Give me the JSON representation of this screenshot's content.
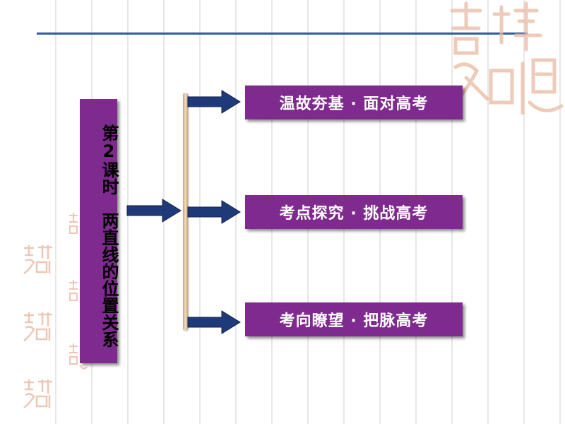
{
  "slide": {
    "title": "第2课时　两直线的位置关系",
    "nodes": [
      {
        "label": "温故夯基 · 面对高考"
      },
      {
        "label": "考点探究 · 挑战高考"
      },
      {
        "label": "考向瞭望 · 把脉高考"
      }
    ]
  },
  "colors": {
    "box_purple": "#7f2a8e",
    "arrow_navy": "#1f3a78",
    "rule_blue": "#2b5ea6",
    "bracket_tan": "#c9a47a",
    "seal_pink": "#e9b9a2"
  },
  "decorations": {
    "corner_seal_text": "吉祥如意",
    "mini_seal_text": "吉祥如意"
  }
}
